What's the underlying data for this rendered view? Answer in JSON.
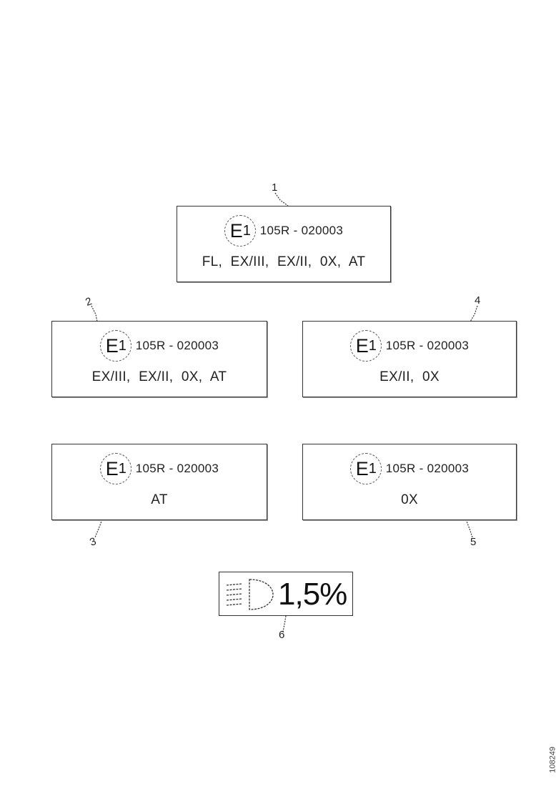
{
  "callouts": {
    "c1": "1",
    "c2": "2",
    "c3": "3",
    "c4": "4",
    "c5": "5",
    "c6": "6"
  },
  "labels": [
    {
      "emark_letter": "E",
      "emark_number": "1",
      "approval": "105R - 020003",
      "markings": "FL, EX/III, EX/II, 0X, AT"
    },
    {
      "emark_letter": "E",
      "emark_number": "1",
      "approval": "105R - 020003",
      "markings": "EX/III, EX/II, 0X, AT"
    },
    {
      "emark_letter": "E",
      "emark_number": "1",
      "approval": "105R - 020003",
      "markings": "EX/II, 0X"
    },
    {
      "emark_letter": "E",
      "emark_number": "1",
      "approval": "105R - 020003",
      "markings": "AT"
    },
    {
      "emark_letter": "E",
      "emark_number": "1",
      "approval": "105R - 020003",
      "markings": "0X"
    }
  ],
  "headlamp_aim": {
    "icon": "low-beam-headlamp-icon",
    "value": "1,5%"
  },
  "figure_ref": "108249"
}
